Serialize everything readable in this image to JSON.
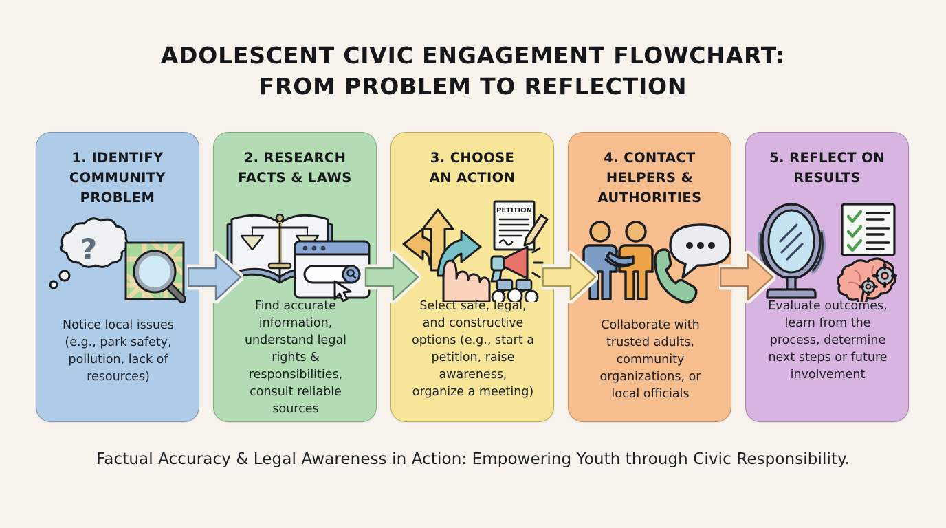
{
  "background_color": "#f7f3ec",
  "title": {
    "line1": "ADOLESCENT CIVIC ENGAGEMENT FLOWCHART:",
    "line2": "FROM PROBLEM TO REFLECTION"
  },
  "footer": {
    "caption": "Factual Accuracy & Legal Awareness in Action: Empowering Youth through Civic Responsibility."
  },
  "steps": [
    {
      "number": "1",
      "title": "1. IDENTIFY\nCOMMUNITY\nPROBLEM",
      "description": "Notice local issues\n(e.g., park safety,\npollution, lack of\nresources)",
      "fill_color": "#aecbe8",
      "border_color": "#7b93ad",
      "icons": [
        "thought-bubble-question-icon",
        "map-magnifier-icon"
      ]
    },
    {
      "number": "2",
      "title": "2. RESEARCH\nFACTS & LAWS",
      "description": "Find accurate\ninformation,\nunderstand legal\nrights &\nresponsibilities,\nconsult reliable\nsources",
      "fill_color": "#b3dcb4",
      "border_color": "#7fa780",
      "icons": [
        "open-book-scales-icon",
        "browser-search-window-icon"
      ]
    },
    {
      "number": "3",
      "title": "3. CHOOSE\nAN ACTION",
      "description": "Select safe, legal,\nand constructive\noptions (e.g., start a\npetition, raise\nawareness,\norganize a meeting)",
      "fill_color": "#f7e59a",
      "border_color": "#bdab5d",
      "icons": [
        "branching-arrows-hand-icon",
        "petition-document-icon",
        "megaphone-icon",
        "group-discussion-icon"
      ],
      "icon_labels": {
        "petition": "PETITION"
      }
    },
    {
      "number": "4",
      "title": "4. CONTACT\nHELPERS &\nAUTHORITIES",
      "description": "Collaborate with\ntrusted adults,\ncommunity\norganizations, or\nlocal officials",
      "fill_color": "#f6bd8f",
      "border_color": "#c08e63",
      "icons": [
        "handshake-people-icon",
        "phone-handset-icon",
        "speech-bubble-icon"
      ]
    },
    {
      "number": "5",
      "title": "5. REFLECT ON\nRESULTS",
      "description": "Evaluate outcomes,\nlearn from the\nprocess, determine\nnext steps or future\ninvolvement",
      "fill_color": "#d8b4e0",
      "border_color": "#a381ad",
      "icons": [
        "mirror-icon",
        "checklist-icon",
        "brain-gears-icon"
      ]
    }
  ],
  "connectors": [
    {
      "name": "arrow-step1-to-step2",
      "color": "#aecbe8",
      "stroke": "#6b7f92"
    },
    {
      "name": "arrow-step2-to-step3",
      "color": "#b3dcb4",
      "stroke": "#6f9470"
    },
    {
      "name": "arrow-step3-to-step4",
      "color": "#f7e59a",
      "stroke": "#ab9a52"
    },
    {
      "name": "arrow-step4-to-step5",
      "color": "#f6bd8f",
      "stroke": "#b08058"
    }
  ]
}
